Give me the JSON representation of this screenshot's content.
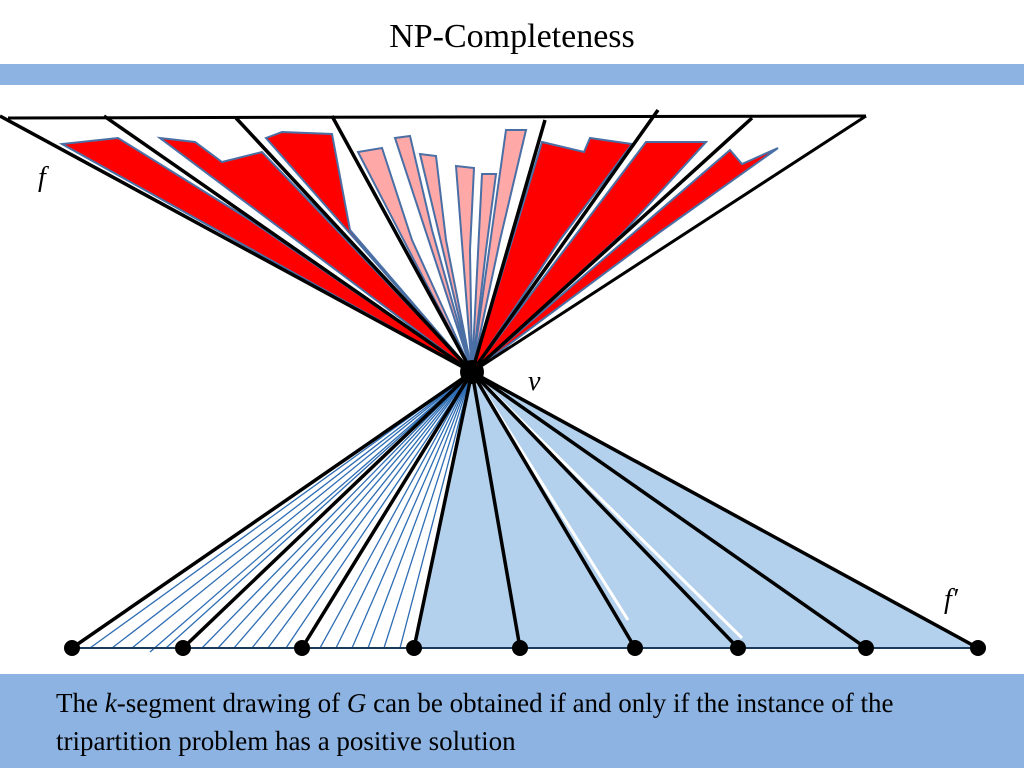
{
  "slide": {
    "title": "NP-Completeness"
  },
  "figure": {
    "labels": {
      "f": "f",
      "v": "v",
      "f_prime": "f′"
    },
    "colors": {
      "red_wedge": "#ff0000",
      "pink_bar": "#ffa8a8",
      "blue_fill": "#b3d1ec",
      "hatch_blue": "#2e6db4",
      "band_blue": "#8db3e2"
    }
  },
  "caption": {
    "p1": "The ",
    "k": "k",
    "p2": "-segment drawing of ",
    "G": "G",
    "p3": " can be obtained if and only if the instance of the tripartition problem has a positive solution"
  }
}
